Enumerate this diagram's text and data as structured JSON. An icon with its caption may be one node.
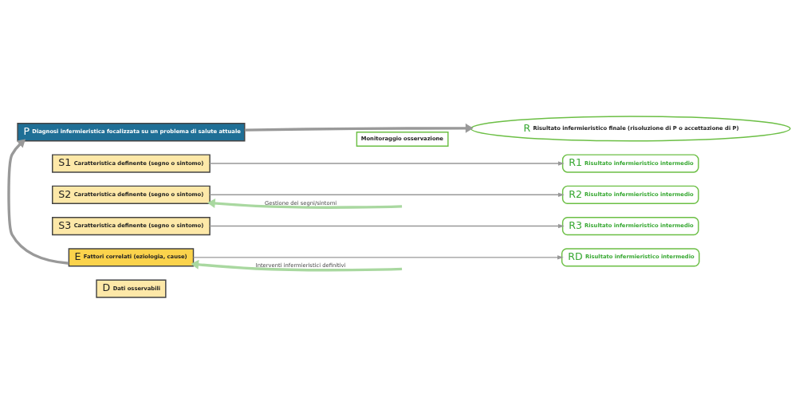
{
  "diagram": {
    "nodes": [
      {
        "text": [
          "P",
          "Diagnosi infermieristica focalizzata su un problema di salute attuale"
        ]
      },
      {
        "text": [
          "R",
          "Risultato infermieristico finale (risoluzione di P o accettazione di P)"
        ]
      },
      {
        "text": [
          "S1",
          "Caratteristica definente (segno o sintomo)"
        ]
      },
      {
        "text": [
          "S2",
          "Caratteristica definente (segno o sintomo)"
        ]
      },
      {
        "text": [
          "S3",
          "Caratteristica definente (segno o sintomo)"
        ]
      },
      {
        "text": [
          "E",
          "Fattori correlati (eziologia, cause)"
        ]
      },
      {
        "text": [
          "D",
          "Dati osservabili"
        ]
      },
      {
        "text": [
          "Monitoraggio osservazione"
        ]
      },
      {
        "text": [
          "R1",
          "Risultato infermieristico intermedio"
        ]
      },
      {
        "text": [
          "R2",
          "Risultato infermieristico intermedio"
        ]
      },
      {
        "text": [
          "R3",
          "Risultato infermieristico intermedio"
        ]
      },
      {
        "text": [
          "RD",
          "Risultato infermieristico intermedio"
        ]
      }
    ],
    "edges": [
      {
        "from": 0,
        "to": 1,
        "arrow": "to",
        "style": "thick"
      },
      {
        "from": 5,
        "to": 0,
        "arrow": "to",
        "style": "thick"
      },
      {
        "from": 2,
        "to": 8,
        "arrow": "to"
      },
      {
        "from": 3,
        "to": 9,
        "arrow": "to"
      },
      {
        "from": 4,
        "to": 10,
        "arrow": "to"
      },
      {
        "from": 5,
        "to": 11,
        "arrow": "to"
      },
      {
        "from": null,
        "to": 3,
        "arrow": "to",
        "label": "Gestione dei segni/sintomi",
        "style": "thick",
        "color": "#a9d8a0"
      },
      {
        "from": null,
        "to": 5,
        "arrow": "to",
        "label": "Interventi infermieristici definitivi",
        "style": "thick",
        "color": "#a9d8a0"
      }
    ]
  }
}
